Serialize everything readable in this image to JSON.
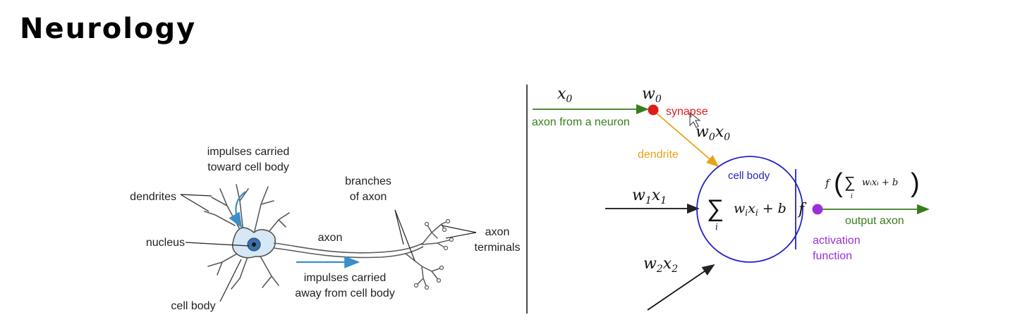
{
  "page": {
    "title": "Neurology"
  },
  "biological": {
    "impulses_toward_line1": "impulses carried",
    "impulses_toward_line2": "toward cell body",
    "dendrites": "dendrites",
    "nucleus": "nucleus",
    "cell_body": "cell body",
    "axon": "axon",
    "branches_line1": "branches",
    "branches_line2": "of axon",
    "terminals_line1": "axon",
    "terminals_line2": "terminals",
    "impulses_away_line1": "impulses carried",
    "impulses_away_line2": "away from cell body"
  },
  "model": {
    "x0": "x",
    "x0_sub": "0",
    "w0": "w",
    "w0_sub": "0",
    "synapse": "synapse",
    "axon_from_neuron": "axon from a neuron",
    "w0x0_w": "w",
    "w0x0_wsub": "0",
    "w0x0_x": "x",
    "w0x0_xsub": "0",
    "dendrite": "dendrite",
    "cell_body": "cell body",
    "w1x1_w": "w",
    "w1x1_wsub": "1",
    "w1x1_x": "x",
    "w1x1_xsub": "1",
    "w2x2_w": "w",
    "w2x2_wsub": "2",
    "w2x2_x": "x",
    "w2x2_xsub": "2",
    "sum_sign": "∑",
    "sum_index": "i",
    "sum_term_w": "w",
    "sum_term_wsub": "i",
    "sum_term_x": "x",
    "sum_term_xsub": "i",
    "sum_term_plus_b": " + b",
    "f_symbol": "f",
    "output_f": "f",
    "output_open": "(",
    "output_sum": "∑",
    "output_index": "i",
    "output_term": "wᵢxᵢ + b",
    "output_close": ")",
    "output_axon": "output axon",
    "activation_line1": "activation",
    "activation_line2": "function"
  },
  "colors": {
    "green": "#3a7d1e",
    "red": "#e01b1b",
    "orange": "#e8a317",
    "blue": "#2323c8",
    "purple": "#9b30d9",
    "neuron_fill": "#d6e8f5",
    "neuron_stroke": "#555555",
    "impulse_arrow": "#3b8ec8"
  }
}
